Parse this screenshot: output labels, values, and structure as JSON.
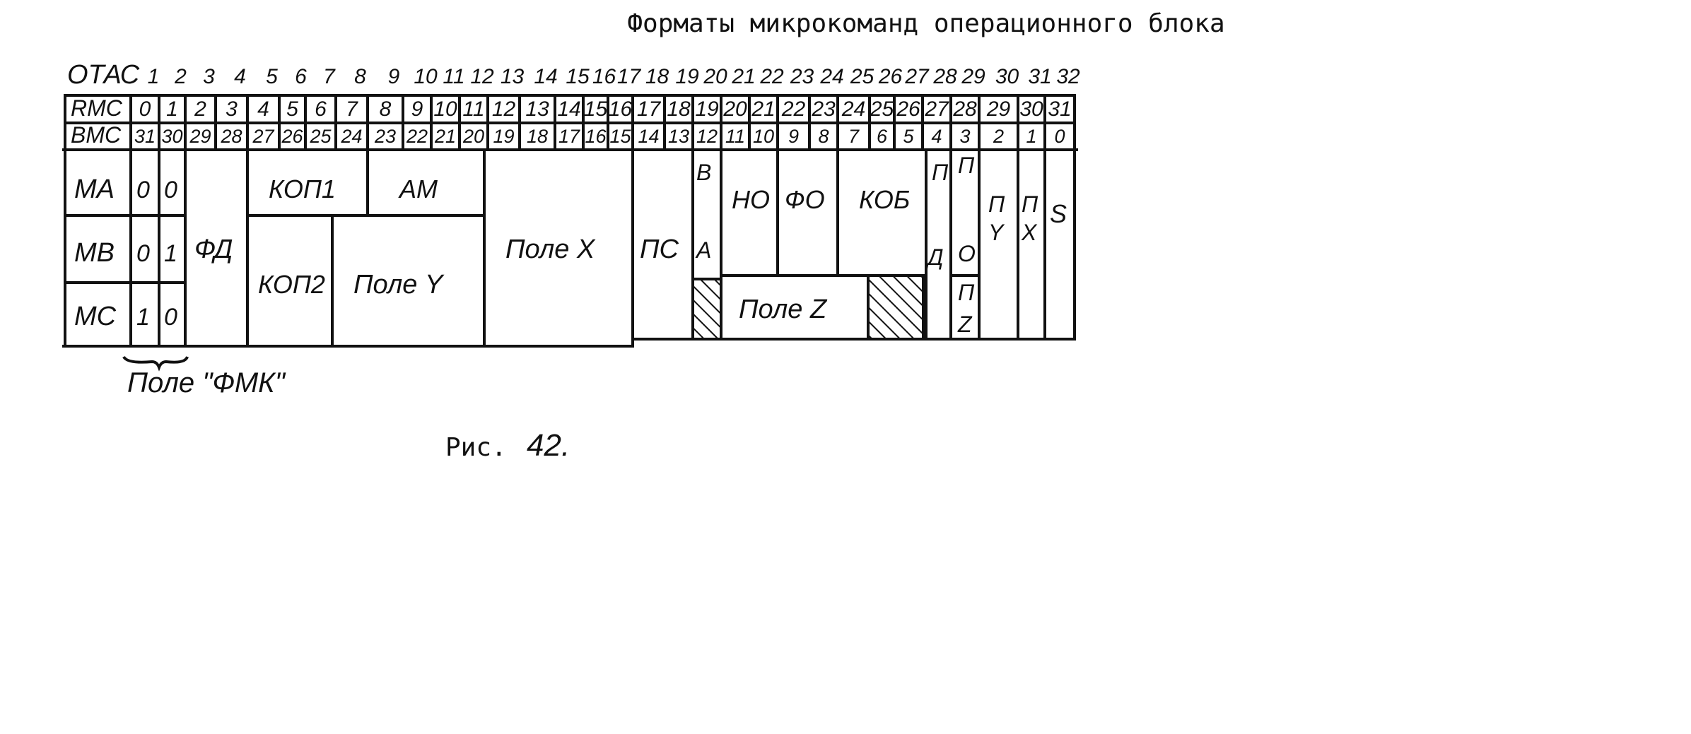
{
  "title": "Форматы микрокоманд операционного блока",
  "caption_prefix": "Рис.",
  "caption_number": "42.",
  "row_labels": {
    "otac": "ОТАС",
    "rmc": "RMC",
    "bmc": "BMC",
    "ma": "MA",
    "mb": "MB",
    "mc": "MC"
  },
  "otac": [
    "1",
    "2",
    "3",
    "4",
    "5",
    "6",
    "7",
    "8",
    "9",
    "10",
    "11",
    "12",
    "13",
    "14",
    "15",
    "16",
    "17",
    "18",
    "19",
    "20",
    "21",
    "22",
    "23",
    "24",
    "25",
    "26",
    "27",
    "28",
    "29",
    "30",
    "31",
    "32"
  ],
  "rmc": [
    "0",
    "1",
    "2",
    "3",
    "4",
    "5",
    "6",
    "7",
    "8",
    "9",
    "10",
    "11",
    "12",
    "13",
    "14",
    "15",
    "16",
    "17",
    "18",
    "19",
    "20",
    "21",
    "22",
    "23",
    "24",
    "25",
    "26",
    "27",
    "28",
    "29",
    "30",
    "31"
  ],
  "bmc": [
    "31",
    "30",
    "29",
    "28",
    "27",
    "26",
    "25",
    "24",
    "23",
    "22",
    "21",
    "20",
    "19",
    "18",
    "17",
    "16",
    "15",
    "14",
    "13",
    "12",
    "11",
    "10",
    "9",
    "8",
    "7",
    "6",
    "5",
    "4",
    "3",
    "2",
    "1",
    "0"
  ],
  "fmk_bits": {
    "ma": [
      "0",
      "0"
    ],
    "mb": [
      "0",
      "1"
    ],
    "mc": [
      "1",
      "0"
    ]
  },
  "fields": {
    "fd": "ФД",
    "kop1": "КОП1",
    "am": "АМ",
    "kop2": "КОП2",
    "pole_y": "Поле Y",
    "pole_x": "Поле X",
    "ps": "ПС",
    "v": "В",
    "a": "А",
    "no": "НО",
    "fo": "ФО",
    "kob": "КОБ",
    "pole_z": "Поле Z",
    "p_d_top": "П",
    "p_d_bot": "Д",
    "p_o_top": "П",
    "p_o_bot": "О",
    "p_z_top": "П",
    "p_z_bot": "Z",
    "p_y_top": "П",
    "p_y_bot": "Y",
    "p_x_top": "П",
    "p_x_bot": "X",
    "s": "S"
  },
  "fmk_label": "Поле \"ФМК\""
}
